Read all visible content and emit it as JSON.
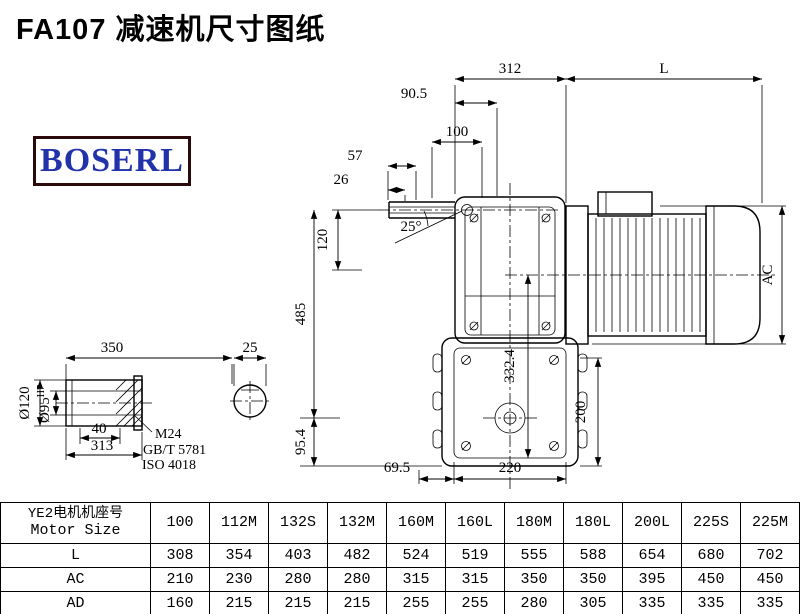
{
  "title": "FA107 减速机尺寸图纸",
  "logo": {
    "text": "BOSERL"
  },
  "colors": {
    "logo_text": "#2233aa",
    "logo_border": "#2a0a0a",
    "line": "#000000"
  },
  "drawing": {
    "dims": {
      "top_width": "312",
      "motor_length": "L",
      "d90_5": "90.5",
      "d100": "100",
      "d57": "57",
      "d26": "26",
      "d120": "120",
      "angle": "25°",
      "d485": "485",
      "d332_4": "332.4",
      "motor_diameter": "AC",
      "d200": "200",
      "d69_5": "69.5",
      "d220": "220",
      "d95_4": "95.4"
    },
    "shaft_detail": {
      "d350": "350",
      "d25": "25",
      "dia120": "Ø120",
      "dia95": "Ø95",
      "dia95_tol": "H7",
      "d40": "40",
      "d313": "313",
      "thread": "M24",
      "std1": "GB/T 5781",
      "std2": "ISO 4018"
    }
  },
  "table": {
    "motor_size_cn": "YE2电机机座号",
    "motor_size_en": "Motor Size",
    "columns": [
      "100",
      "112M",
      "132S",
      "132M",
      "160M",
      "160L",
      "180M",
      "180L",
      "200L",
      "225S",
      "225M"
    ],
    "rows": [
      {
        "label": "L",
        "values": [
          "308",
          "354",
          "403",
          "482",
          "524",
          "519",
          "555",
          "588",
          "654",
          "680",
          "702"
        ]
      },
      {
        "label": "AC",
        "values": [
          "210",
          "230",
          "280",
          "280",
          "315",
          "315",
          "350",
          "350",
          "395",
          "450",
          "450"
        ]
      },
      {
        "label": "AD",
        "values": [
          "160",
          "215",
          "215",
          "215",
          "255",
          "255",
          "280",
          "305",
          "335",
          "335",
          "335"
        ]
      }
    ]
  }
}
